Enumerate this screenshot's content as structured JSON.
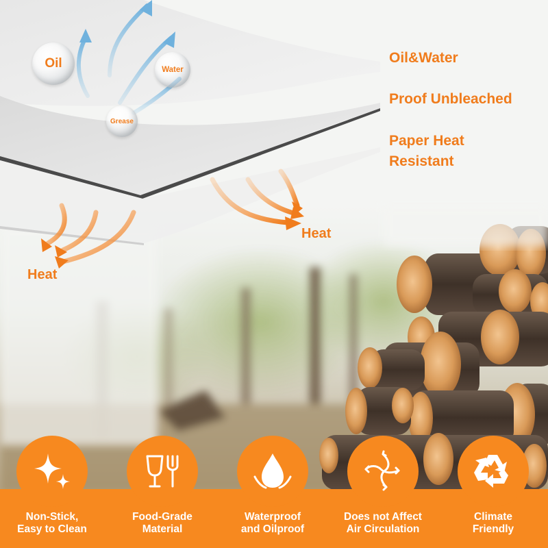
{
  "labels": {
    "line1": "Oil&Water",
    "line2": "Proof Unbleached",
    "line3": "Paper Heat",
    "line4": "Resistant"
  },
  "bubbles": {
    "oil": "Oil",
    "water": "Water",
    "grease": "Grease"
  },
  "heat": {
    "left": "Heat",
    "right": "Heat"
  },
  "features": [
    {
      "label": "Non-Stick,\nEasy to Clean",
      "icon": "sparkle-icon"
    },
    {
      "label": "Food-Grade\nMaterial",
      "icon": "glass-fork-icon"
    },
    {
      "label": "Waterproof\nand Oilproof",
      "icon": "water-drop-icon"
    },
    {
      "label": "Does not Affect\nAir Circulation",
      "icon": "air-circulation-icon"
    },
    {
      "label": "Climate\nFriendly",
      "icon": "recycle-icon"
    }
  ],
  "colors": {
    "accent": "#f7891f",
    "text_orange": "#f07c1c",
    "arrow_blue": "#8ec5e6"
  }
}
